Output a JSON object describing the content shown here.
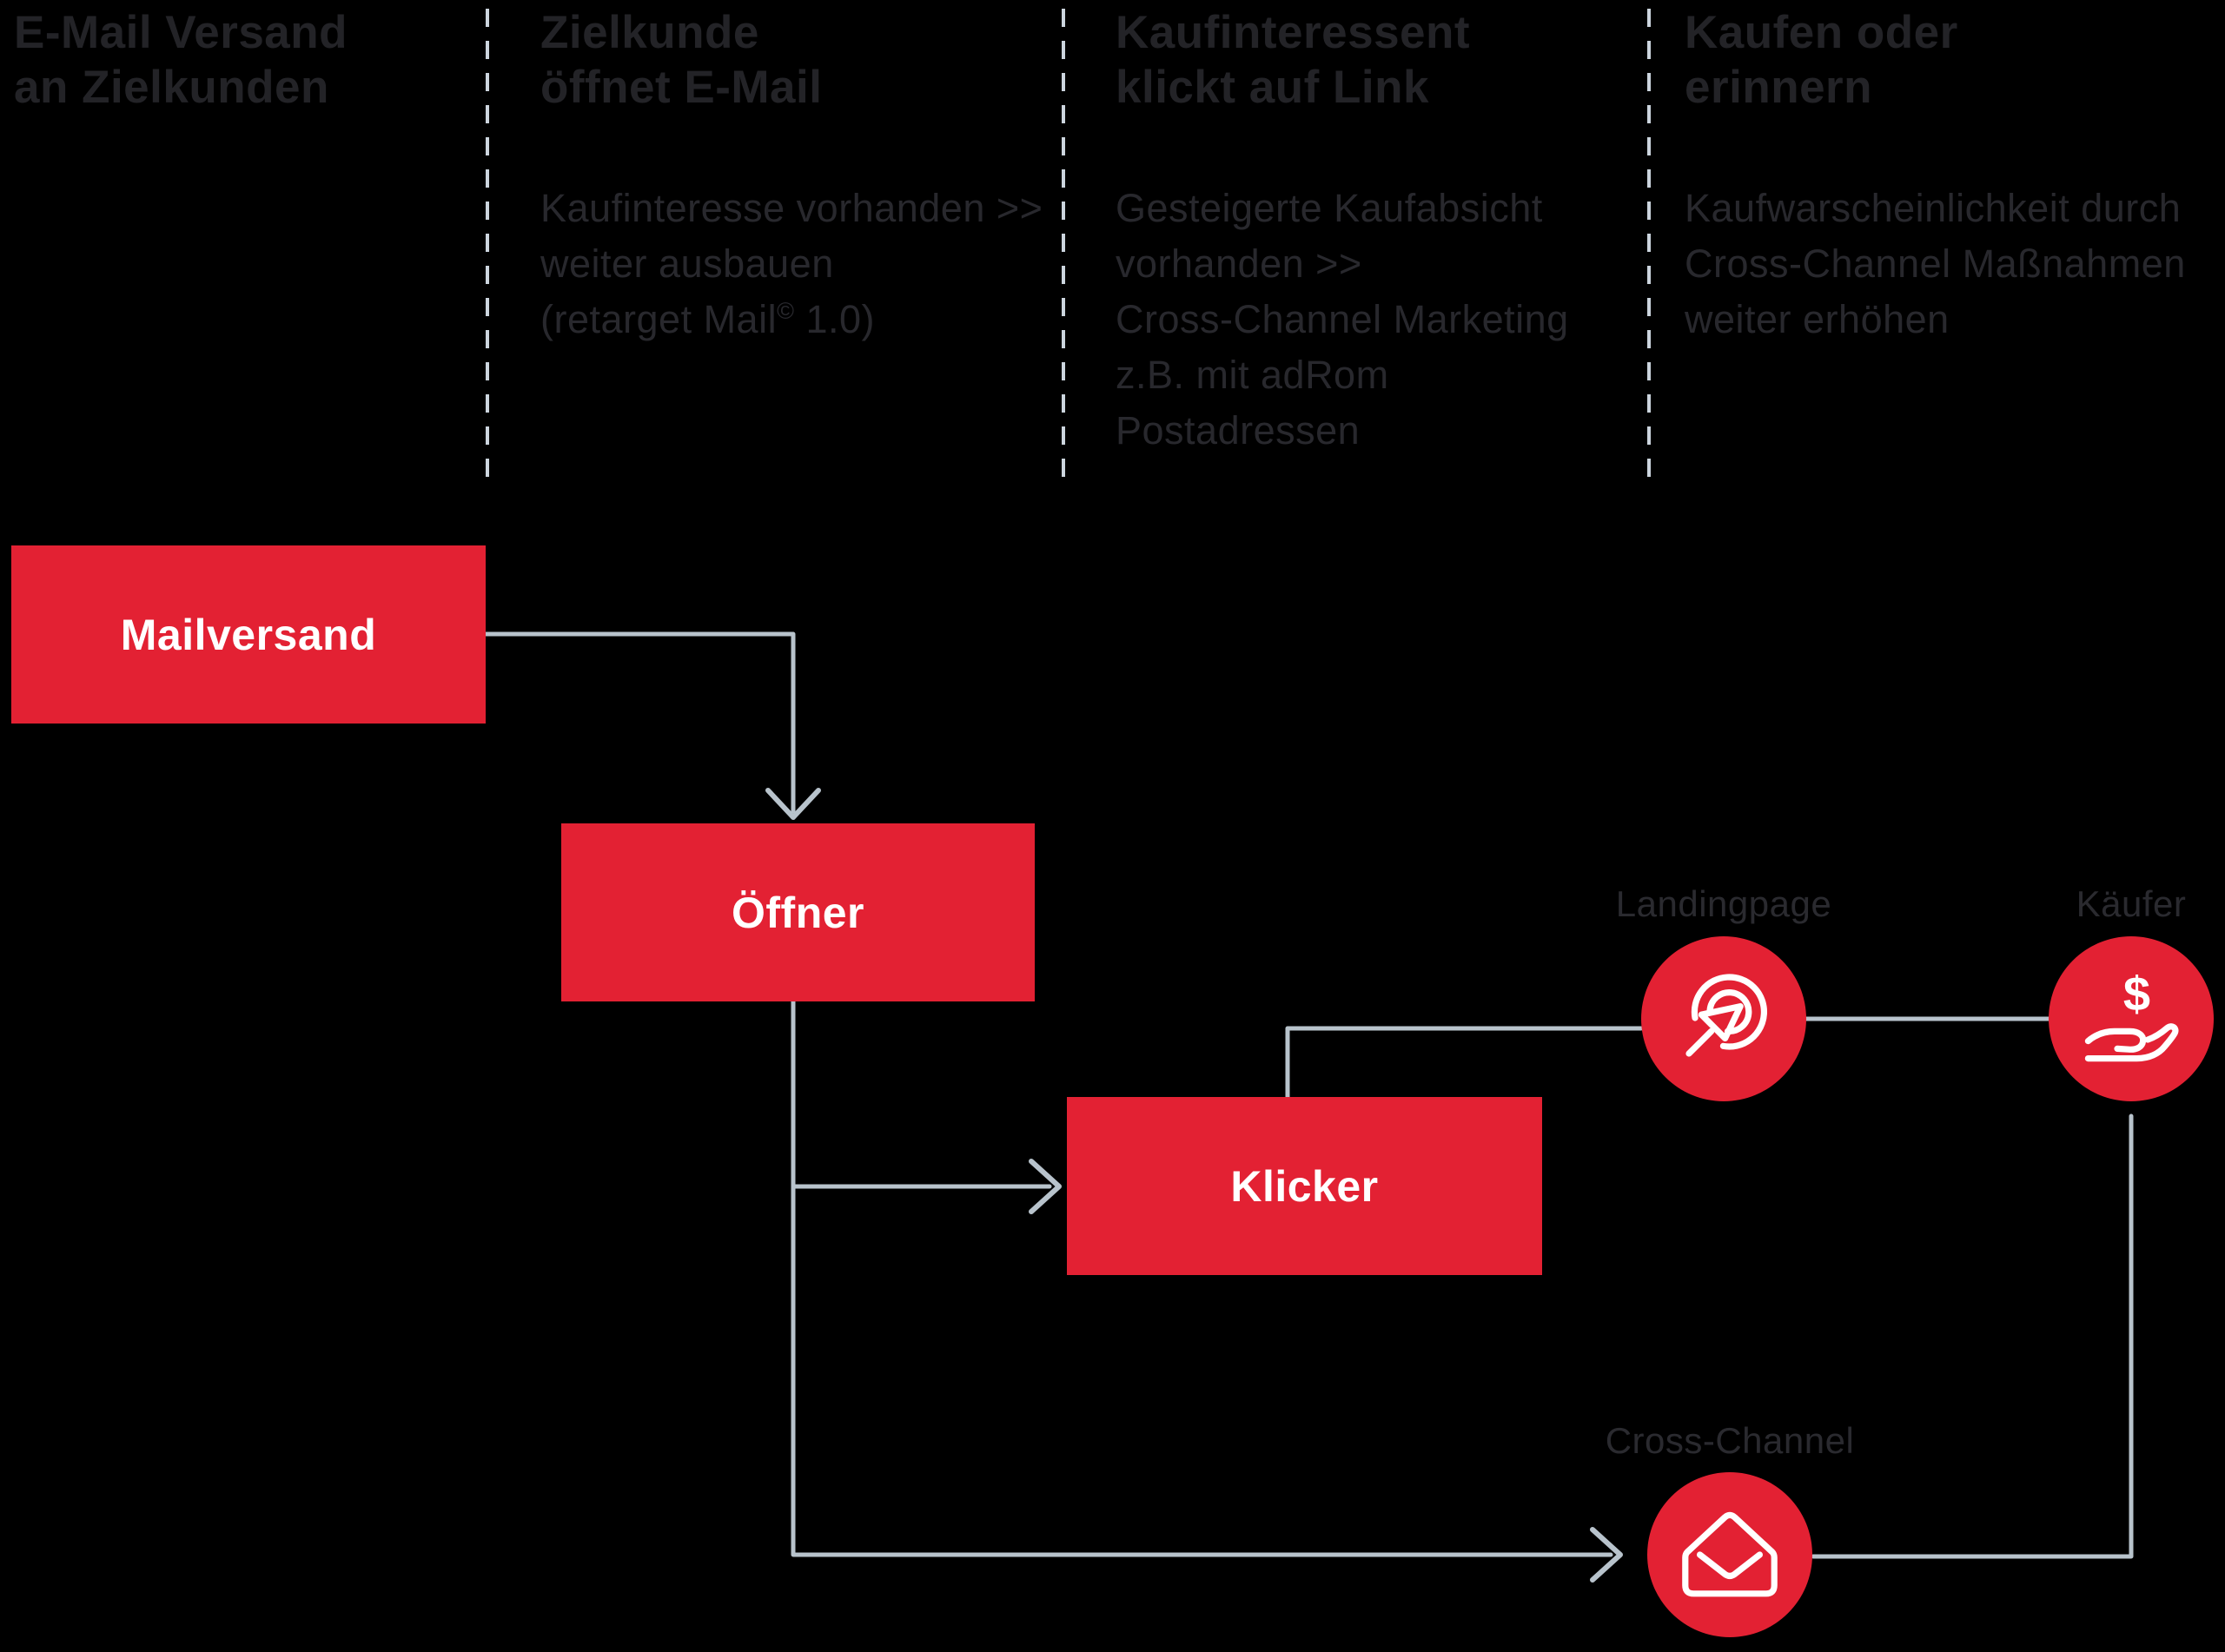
{
  "columns": [
    {
      "heading_line1": "E-Mail Versand",
      "heading_line2": "an Zielkunden",
      "body_lines": []
    },
    {
      "heading_line1": "Zielkunde",
      "heading_line2": "öffnet E-Mail",
      "body_lines": [
        "Kaufinteresse vorhanden >>",
        "weiter ausbauen"
      ],
      "retarget_prefix": "(retarget Mail",
      "retarget_sup": "©",
      "retarget_suffix": " 1.0)"
    },
    {
      "heading_line1": "Kaufinteressent",
      "heading_line2": "klickt auf Link",
      "body_lines": [
        "Gesteigerte Kaufabsicht",
        "vorhanden >>",
        "Cross-Channel Marketing",
        "z.B. mit adRom",
        "Postadressen"
      ]
    },
    {
      "heading_line1": "Kaufen oder",
      "heading_line2": "erinnern",
      "body_lines": [
        "Kaufwarscheinlichkeit durch",
        "Cross-Channel Maßnahmen",
        "weiter erhöhen"
      ]
    }
  ],
  "nodes": {
    "mailversand": {
      "label": "Mailversand"
    },
    "oeffner": {
      "label": "Öffner"
    },
    "klicker": {
      "label": "Klicker"
    }
  },
  "circles": {
    "landingpage": {
      "label": "Landingpage",
      "icon": "target-cursor-icon"
    },
    "kaeufer": {
      "label": "Käufer",
      "icon": "hand-dollar-icon",
      "dollar_glyph": "$"
    },
    "crosschannel": {
      "label": "Cross-Channel",
      "icon": "open-envelope-icon"
    }
  },
  "colors": {
    "red": "#e32133",
    "line": "#b8c3cc",
    "dash": "#ccd5de",
    "heading": "#232327",
    "body": "#28282d",
    "label": "#2a2a2f",
    "bg": "#000000"
  }
}
